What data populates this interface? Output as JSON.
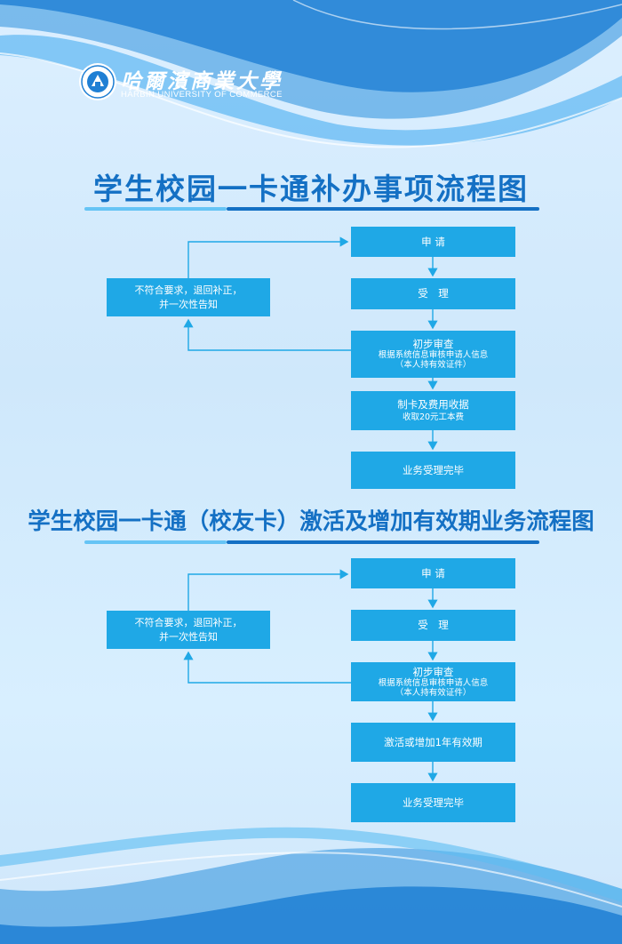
{
  "header": {
    "logo_cn": "哈爾濱商業大學",
    "logo_en": "HARBIN UNIVERSITY OF COMMERCE"
  },
  "flow1": {
    "title": "学生校园一卡通补办事项流程图",
    "steps": [
      {
        "line1": "申 请"
      },
      {
        "line1": "受　理"
      },
      {
        "line1": "初步审查",
        "line2": "根据系统信息审核申请人信息",
        "line3": "（本人持有效证件）"
      },
      {
        "line1": "制卡及费用收据",
        "line2": "收取20元工本费"
      },
      {
        "line1": "业务受理完毕"
      }
    ],
    "reject": {
      "line1": "不符合要求，退回补正，",
      "line2": "并一次性告知"
    }
  },
  "flow2": {
    "title": "学生校园一卡通（校友卡）激活及增加有效期业务流程图",
    "steps": [
      {
        "line1": "申 请"
      },
      {
        "line1": "受　理"
      },
      {
        "line1": "初步审查",
        "line2": "根据系统信息审核申请人信息",
        "line3": "（本人持有效证件）"
      },
      {
        "line1": "激活或增加1年有效期"
      },
      {
        "line1": "业务受理完毕"
      }
    ],
    "reject": {
      "line1": "不符合要求，退回补正，",
      "line2": "并一次性告知"
    }
  },
  "colors": {
    "box": "#1fa8e6",
    "title": "#1470c4",
    "connector": "#1fa8e6"
  }
}
